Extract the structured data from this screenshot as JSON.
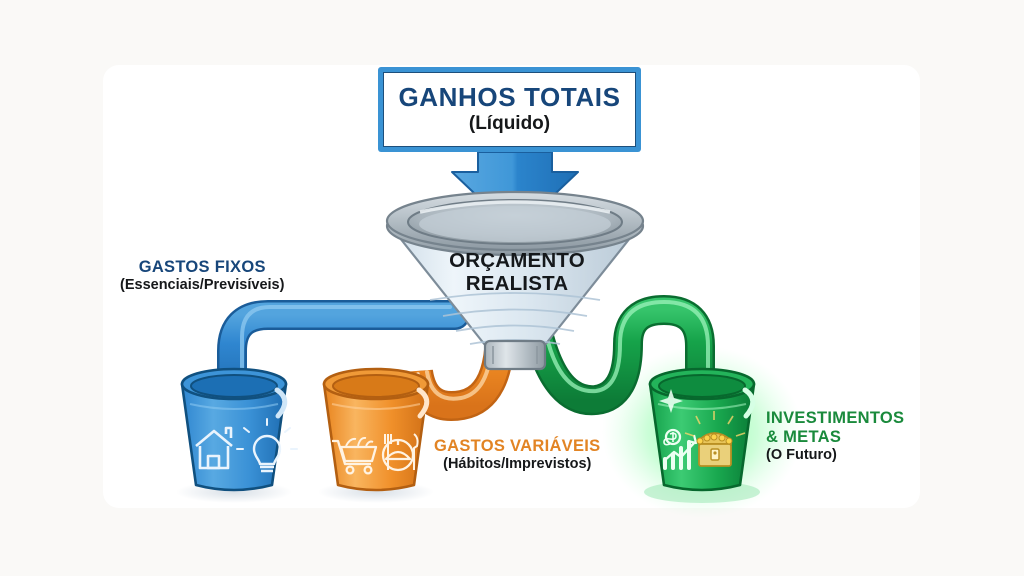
{
  "page": {
    "background_color": "#faf9f7",
    "card_color": "#ffffff"
  },
  "title": {
    "main": "GANHOS TOTAIS",
    "sub": "(Líquido)",
    "border_color": "#3a93d4",
    "text_color": "#17467a"
  },
  "funnel": {
    "label_line1": "ORÇAMENTO",
    "label_line2": "REALISTA",
    "body_color": "#dde8f0",
    "rim_color": "#9aa5ad"
  },
  "flows": [
    {
      "id": "fixos",
      "title": "GASTOS FIXOS",
      "subtitle": "(Essenciais/Previsíveis)",
      "color": "#2f86d0",
      "title_color": "#17467a",
      "bucket_icons": [
        "house-icon",
        "lightbulb-icon"
      ]
    },
    {
      "id": "variaveis",
      "title": "GASTOS VARIÁVEIS",
      "subtitle": "(Hábitos/Imprevistos)",
      "color": "#f08c24",
      "title_color": "#e28424",
      "bucket_icons": [
        "shopping-cart-icon",
        "dinner-plate-icon"
      ]
    },
    {
      "id": "investimentos",
      "title": "INVESTIMENTOS",
      "title2": "& METAS",
      "subtitle": "(O Futuro)",
      "color": "#16a34a",
      "title_color": "#1a8a3c",
      "bucket_icons": [
        "growth-chart-dollar-icon",
        "treasure-chest-icon"
      ],
      "glow": true
    }
  ]
}
